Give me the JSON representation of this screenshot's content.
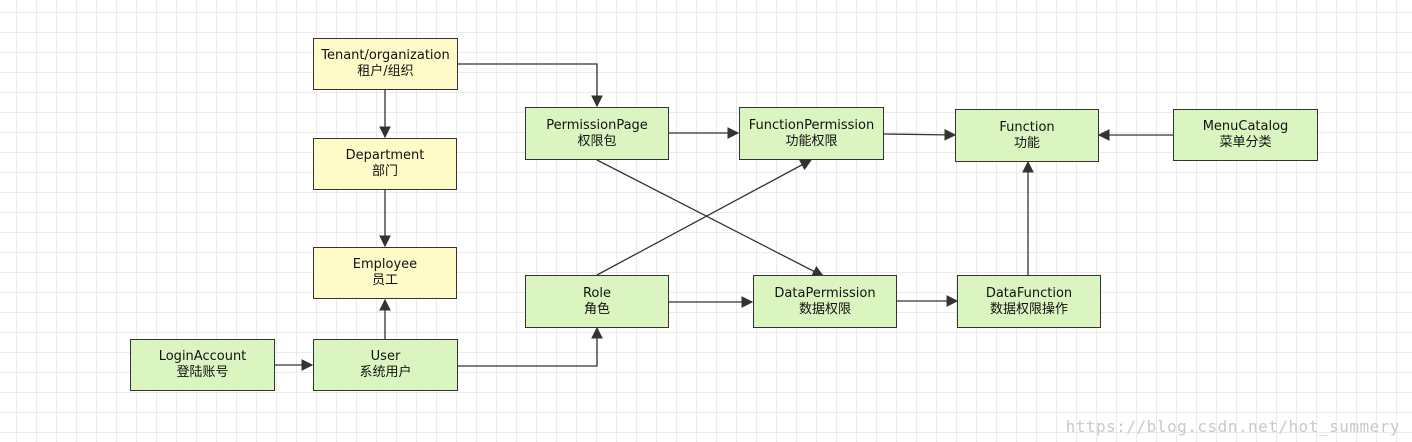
{
  "diagram": {
    "nodes": {
      "tenant": {
        "title": "Tenant/organization",
        "subtitle": "租户/组织"
      },
      "department": {
        "title": "Department",
        "subtitle": "部门"
      },
      "employee": {
        "title": "Employee",
        "subtitle": "员工"
      },
      "login_account": {
        "title": "LoginAccount",
        "subtitle": "登陆账号"
      },
      "user": {
        "title": "User",
        "subtitle": "系统用户"
      },
      "permission_page": {
        "title": "PermissionPage",
        "subtitle": "权限包"
      },
      "role": {
        "title": "Role",
        "subtitle": "角色"
      },
      "function_permission": {
        "title": "FunctionPermission",
        "subtitle": "功能权限"
      },
      "data_permission": {
        "title": "DataPermission",
        "subtitle": "数据权限"
      },
      "function": {
        "title": "Function",
        "subtitle": "功能"
      },
      "data_function": {
        "title": "DataFunction",
        "subtitle": "数据权限操作"
      },
      "menu_catalog": {
        "title": "MenuCatalog",
        "subtitle": "菜单分类"
      }
    },
    "colors": {
      "yellow_fill": "#fffbc9",
      "green_fill": "#dbf5c0",
      "border": "#333333",
      "edge": "#333333",
      "grid": "#ebebeb"
    }
  },
  "watermark": "https://blog.csdn.net/hot_summery"
}
